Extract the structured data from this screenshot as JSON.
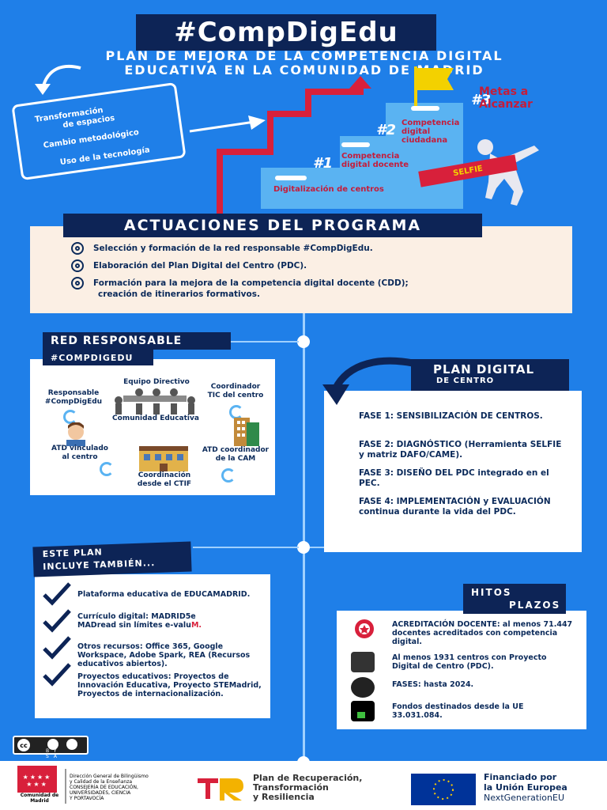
{
  "header": {
    "title": "#CompDigEdu",
    "subtitle_line1": "PLAN DE MEJORA DE LA COMPETENCIA DIGITAL",
    "subtitle_line2": "EDUCATIVA EN LA COMUNIDAD DE MADRID"
  },
  "note": {
    "items": [
      "Transformación",
      "de espacios",
      "Cambio metodológico",
      "Uso de la tecnología"
    ]
  },
  "stairs": {
    "goal_num": "#3",
    "goal_label": "Metas a Alcanzar",
    "step0": "Digitalización de centros",
    "step1_num": "#1",
    "step1": "Competencia digital docente",
    "step2_num": "#2",
    "step2_line1": "Competencia",
    "step2_line2": "digital",
    "step2_line3": "ciudadana",
    "banner": "SELFIE"
  },
  "actuaciones": {
    "header": "ACTUACIONES DEL PROGRAMA",
    "items": [
      "Selección y formación de la red responsable #CompDigEdu.",
      "Elaboración del Plan Digital del Centro (PDC).",
      "Formación para la mejora de la competencia digital docente (CDD);",
      "creación de itinerarios formativos."
    ]
  },
  "red": {
    "header": "RED RESPONSABLE",
    "subheader": "#COMPDIGEDU",
    "equipo": "Equipo Directivo",
    "responsable_1": "Responsable",
    "responsable_2": "#CompDigEdu",
    "coord_tic_1": "Coordinador",
    "coord_tic_2": "TIC del centro",
    "comunidad": "Comunidad Educativa",
    "atd_centro_1": "ATD vinculado",
    "atd_centro_2": "al centro",
    "atd_cam_1": "ATD coordinador",
    "atd_cam_2": "de la CAM",
    "ctif_1": "Coordinación",
    "ctif_2": "desde el CTIF"
  },
  "plan": {
    "header": "PLAN DIGITAL",
    "subheader": "DE CENTRO",
    "fases": [
      "FASE 1: SENSIBILIZACIÓN DE CENTROS.",
      "FASE 2: DIAGNÓSTICO (Herramienta SELFIE y matriz DAFO/CAME).",
      "FASE 3: DISEÑO DEL PDC integrado en el PEC.",
      "FASE 4: IMPLEMENTACIÓN  y EVALUACIÓN continua durante la vida del PDC."
    ]
  },
  "incluye": {
    "header_1": "ESTE PLAN",
    "header_2": "INCLUYE TAMBIÉN...",
    "items": [
      "Plataforma educativa de EDUCAMADRID.",
      "Currículo digital: MADRID5e MADread sin límites e-valu",
      "Otros recursos: Office 365, Google Workspace, Adobe Spark, REA (Recursos educativos abiertos).",
      "Proyectos educativos: Proyectos de Innovación Educativa, Proyecto STEMadrid, Proyectos de internacionalización."
    ],
    "evalum_suffix": "M."
  },
  "hitos": {
    "header_1": "HITOS",
    "header_2": "PLAZOS",
    "items": [
      "ACREDITACIÓN DOCENTE: al menos 71.447 docentes acreditados con competencia digital.",
      "Al menos 1931 centros con Proyecto Digital de Centro (PDC).",
      "FASES: hasta 2024.",
      "Fondos destinados desde la UE 33.031.084."
    ]
  },
  "license": "BY SA",
  "footer": {
    "cam_name": "Comunidad de Madrid",
    "dg_line1": "Dirección General de Bilingüismo",
    "dg_line2": "y Calidad de la Enseñanza",
    "dg_line3": "CONSEJERÍA DE EDUCACIÓN,",
    "dg_line4": "UNIVERSIDADES, CIENCIA",
    "dg_line5": "Y PORTAVOCÍA",
    "prtr_1": "Plan de Recuperación,",
    "prtr_2": "Transformación",
    "prtr_3": "y Resiliencia",
    "eu_1": "Financiado por",
    "eu_2": "la Unión Europea",
    "eu_3": "NextGenerationEU"
  },
  "colors": {
    "background": "#1f7fe8",
    "navy": "#0d2456",
    "accent_red": "#c41d3b",
    "stair_blue": "#5ab3f2",
    "cream": "#fbefe4"
  }
}
